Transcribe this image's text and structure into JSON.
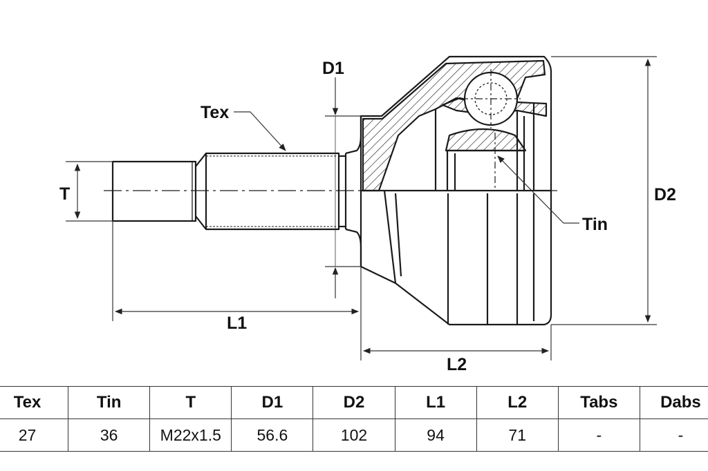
{
  "diagram": {
    "labels": {
      "tex": "Tex",
      "tin": "Tin",
      "t": "T",
      "d1": "D1",
      "d2": "D2",
      "l1": "L1",
      "l2": "L2"
    },
    "line_color": "#1a1a1a"
  },
  "table": {
    "headers": [
      "Tex",
      "Tin",
      "T",
      "D1",
      "D2",
      "L1",
      "L2",
      "Tabs",
      "Dabs"
    ],
    "rows": [
      [
        "27",
        "36",
        "M22x1.5",
        "56.6",
        "102",
        "94",
        "71",
        "-",
        "-"
      ]
    ]
  }
}
